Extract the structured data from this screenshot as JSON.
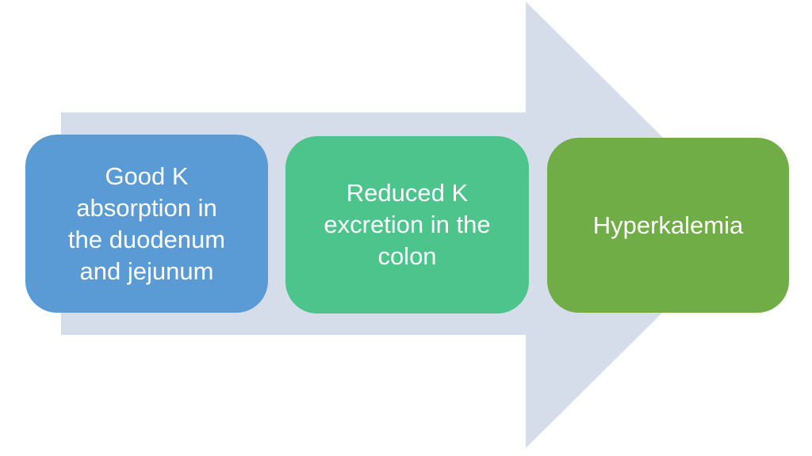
{
  "diagram": {
    "type": "process-arrow",
    "direction": "right",
    "background_color": "#ffffff",
    "arrow_color": "#d5dcea",
    "text_color": "#ffffff",
    "steps": [
      {
        "label": "Good K absorption in the duodenum and jejunum",
        "lines": [
          "Good K",
          "absorption in",
          "the duodenum",
          "and jejunum"
        ],
        "color": "#5b9bd5"
      },
      {
        "label": "Reduced K excretion in the colon",
        "lines": [
          "Reduced K",
          "excretion in the",
          "colon"
        ],
        "color": "#4dc48c"
      },
      {
        "label": "Hyperkalemia",
        "lines": [
          "Hyperkalemia"
        ],
        "color": "#70ad47"
      }
    ]
  }
}
